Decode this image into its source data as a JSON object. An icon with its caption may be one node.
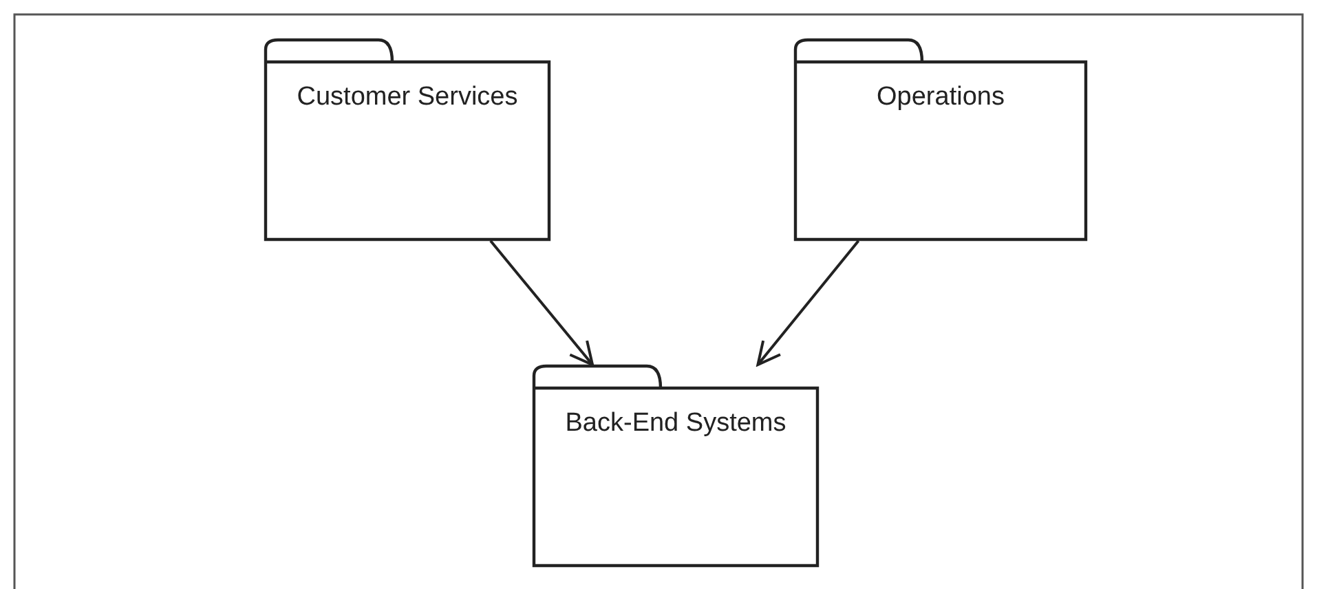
{
  "diagram": {
    "nodes": [
      {
        "text": [
          "Customer Services"
        ]
      },
      {
        "text": [
          "Operations"
        ]
      },
      {
        "text": [
          "Back-End Systems"
        ]
      }
    ],
    "edges": [
      {
        "from": 0,
        "to": 2,
        "arrow": "to"
      },
      {
        "from": 1,
        "to": 2,
        "arrow": "to"
      }
    ]
  }
}
